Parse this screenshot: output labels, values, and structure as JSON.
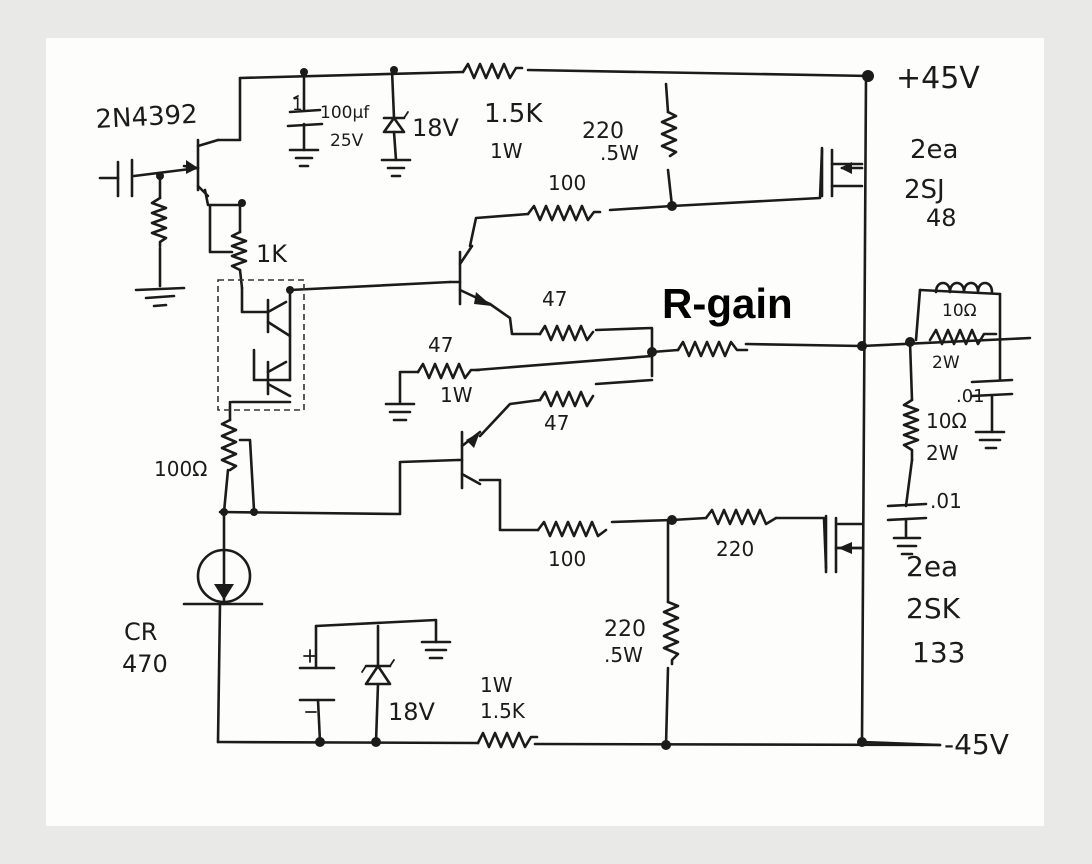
{
  "labels": {
    "jfet_part": "2N4392",
    "cap_100uf": "100µf",
    "cap_1": "1",
    "cap_25v": "25V",
    "zener_top": "18V",
    "res_top_value": "1.5K",
    "res_top_watt": "1W",
    "res_220_top": "220",
    "res_220_top_watt": ".5W",
    "pos_rail": "+45V",
    "pchan_count": "2ea",
    "pchan_part_a": "2SJ",
    "pchan_part_b": "48",
    "res_100_top": "100",
    "pot_1k": "1K",
    "r_gain": "R-gain",
    "res_47_upper": "47",
    "res_47_left": "47",
    "res_47_left_watt": "1W",
    "res_47_lower": "47",
    "res_10_out": "10Ω",
    "res_10_out_watt": "2W",
    "res_10_zob": "10Ω",
    "res_10_zob_watt": "2W",
    "cap_01_a": ".01",
    "cap_01_b": ".01",
    "pot_100": "100Ω",
    "res_100_bottom": "100",
    "res_220_gate": "220",
    "res_220_bottom": "220",
    "res_220_bottom_watt": ".5W",
    "nchan_count": "2ea",
    "nchan_part_a": "2SK",
    "nchan_part_b": "133",
    "ccs_part_a": "CR",
    "ccs_part_b": "470",
    "zener_bottom": "18V",
    "res_bottom_watt": "1W",
    "res_bottom_value": "1.5K",
    "neg_rail": "-45V"
  }
}
